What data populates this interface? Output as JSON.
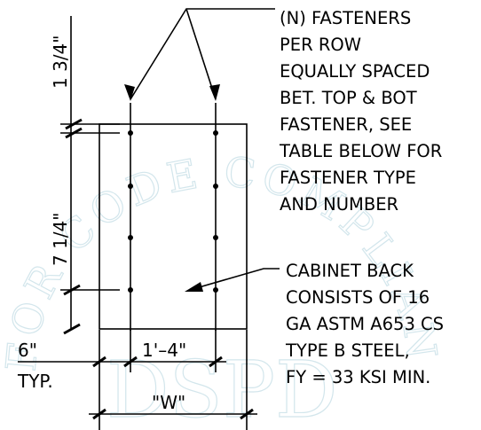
{
  "watermark": {
    "arc_text": "FOR CODE COMPLIANCE",
    "center_text": "DSPD",
    "color": "#d3e6ec"
  },
  "callouts": {
    "fasteners": [
      "(N) FASTENERS",
      "PER ROW",
      "EQUALLY SPACED",
      "BET. TOP & BOT",
      "FASTENER, SEE",
      "TABLE BELOW FOR",
      "FASTENER TYPE",
      "AND NUMBER"
    ],
    "cabinet": [
      "CABINET BACK",
      "CONSISTS OF 16",
      "GA ASTM A653 CS",
      "TYPE B STEEL,",
      "FY = 33 KSI MIN."
    ]
  },
  "dimensions": {
    "top_edge": "1 3/4\"",
    "spacing": "7 1/4\"",
    "edge_offset": "6\"",
    "typ": "TYP.",
    "between_rows": "1'–4\"",
    "width": "\"W\""
  },
  "colors": {
    "line": "#000000",
    "background": "#ffffff"
  }
}
